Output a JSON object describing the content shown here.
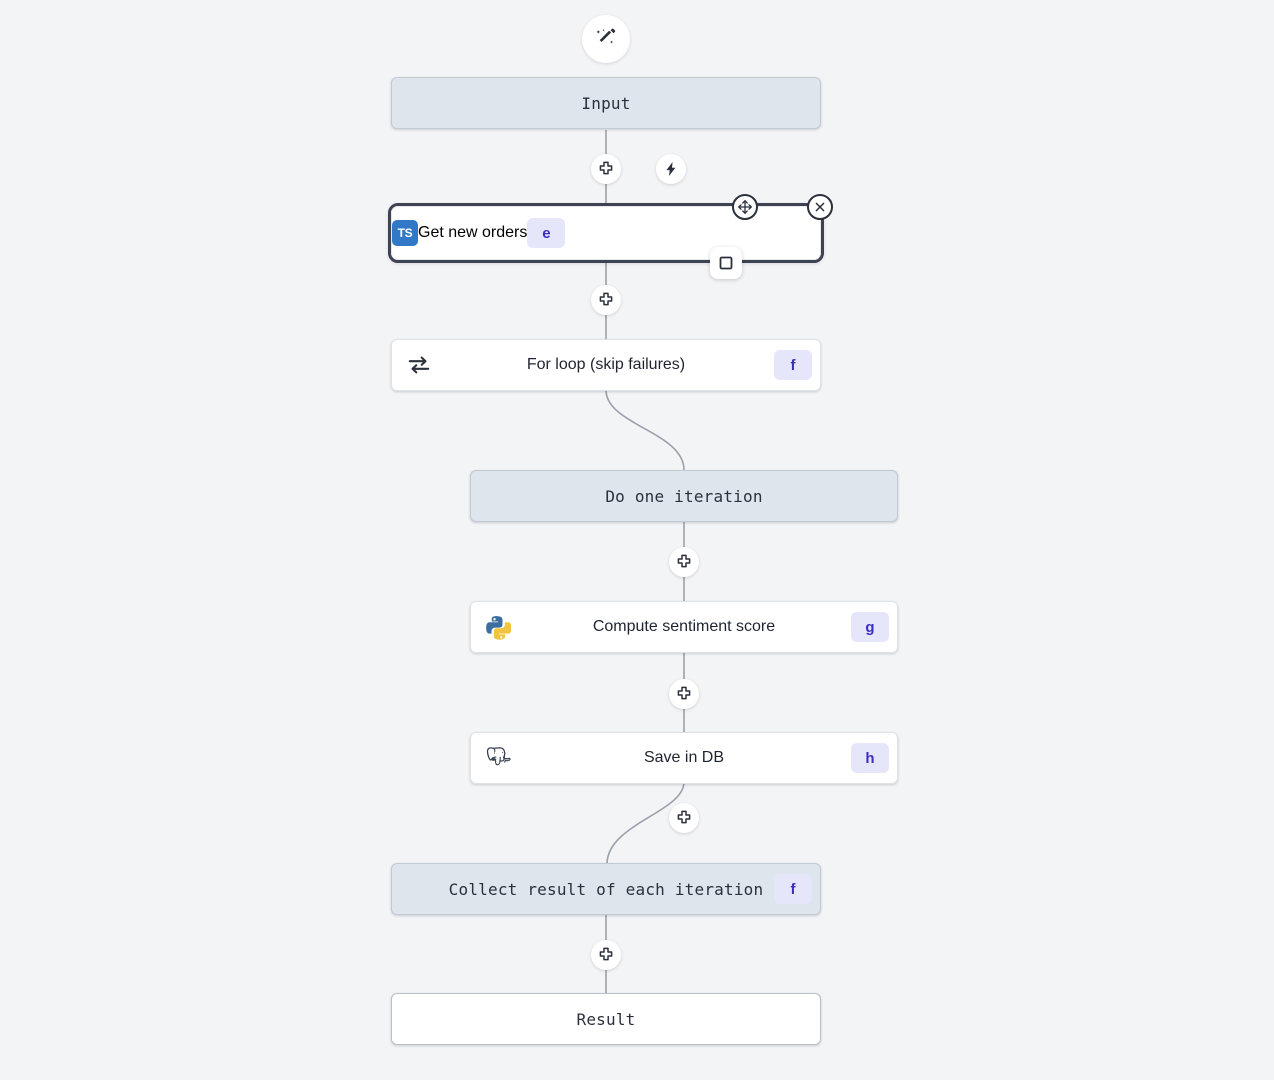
{
  "canvas": {
    "background_color": "#f3f4f6",
    "accent_badge_bg": "#e6e6fb",
    "accent_badge_fg": "#3b2fbd",
    "selection_border_color": "#3d4352",
    "grey_node_bg": "#dfe5ec"
  },
  "toolbar": {
    "ai_button_icon": "magic-wand-icon",
    "ai_button_title": "AI"
  },
  "nodes": [
    {
      "id": "input",
      "label": "Input",
      "style": "grey",
      "icon": "",
      "badge": ""
    },
    {
      "id": "get-new-orders",
      "label": "Get new orders",
      "style": "white-selected",
      "icon": "typescript-icon",
      "icon_text": "TS",
      "badge": "e"
    },
    {
      "id": "for-loop",
      "label": "For loop (skip failures)",
      "style": "white",
      "icon": "loop-icon",
      "badge": "f"
    },
    {
      "id": "do-one-iteration",
      "label": "Do one iteration",
      "style": "grey",
      "icon": "",
      "badge": ""
    },
    {
      "id": "compute-sentiment-score",
      "label": "Compute sentiment score",
      "style": "white",
      "icon": "python-icon",
      "badge": "g"
    },
    {
      "id": "save-in-db",
      "label": "Save in DB",
      "style": "white",
      "icon": "postgresql-icon",
      "badge": "h"
    },
    {
      "id": "collect-result",
      "label": "Collect result of each iteration",
      "style": "grey",
      "icon": "",
      "badge": "f"
    },
    {
      "id": "result",
      "label": "Result",
      "style": "plain",
      "icon": "",
      "badge": ""
    }
  ],
  "edge_buttons": [
    {
      "id": "add-after-input",
      "icon": "plus-icon"
    },
    {
      "id": "trigger-after-input",
      "icon": "lightning-icon"
    },
    {
      "id": "add-after-get-new-orders",
      "icon": "plus-icon"
    },
    {
      "id": "add-after-do-one-iteration",
      "icon": "plus-icon"
    },
    {
      "id": "add-after-compute-sentiment",
      "icon": "plus-icon"
    },
    {
      "id": "add-after-save-in-db",
      "icon": "plus-icon"
    },
    {
      "id": "add-after-collect-result",
      "icon": "plus-icon"
    }
  ],
  "selection_controls": {
    "move_handle_icon": "move-icon",
    "close_icon": "close-icon",
    "stop_icon": "square-stop-icon"
  }
}
